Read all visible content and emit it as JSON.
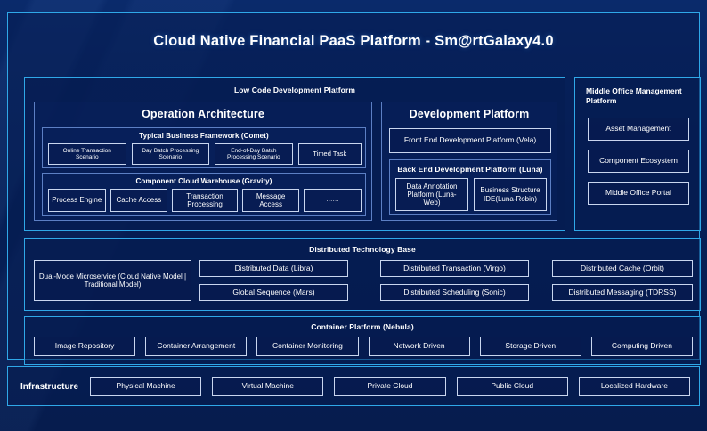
{
  "colors": {
    "background": "#061c4e",
    "panel_border": "#2fa8e8",
    "group_border": "#5c7fc4",
    "leaf_border": "#c9d6ef",
    "text": "#ffffff"
  },
  "header": {
    "title": "Cloud Native Financial PaaS Platform - Sm@rtGalaxy4.0"
  },
  "low_code": {
    "title": "Low Code Development Platform",
    "operation_architecture": {
      "title": "Operation Architecture",
      "typical_business_framework": {
        "title": "Typical Business Framework (Comet)",
        "items": [
          "Online Transaction Scenario",
          "Day Batch Processing Scenario",
          "End-of-Day Batch Processing Scenario",
          "Timed Task"
        ]
      },
      "component_cloud_warehouse": {
        "title": "Component Cloud Warehouse (Gravity)",
        "items": [
          "Process Engine",
          "Cache Access",
          "Transaction Processing",
          "Message Access",
          "......"
        ]
      }
    },
    "development_platform": {
      "title": "Development Platform",
      "front_end": "Front End Development Platform (Vela)",
      "back_end": {
        "title": "Back End Development Platform (Luna)",
        "items": [
          "Data Annotation Platform (Luna-Web)",
          "Business Structure IDE(Luna-Robin)"
        ]
      }
    }
  },
  "middle_office": {
    "title": "Middle Office Management Platform",
    "items": [
      "Asset Management",
      "Component Ecosystem",
      "Middle Office Portal"
    ]
  },
  "distributed_technology_base": {
    "title": "Distributed Technology Base",
    "dual_mode": "Dual-Mode Microservice (Cloud Native Model | Traditional Model)",
    "column_1": [
      "Distributed Data (Libra)",
      "Global Sequence (Mars)"
    ],
    "column_2": [
      "Distributed Transaction (Virgo)",
      "Distributed Scheduling (Sonic)"
    ],
    "column_3": [
      "Distributed Cache (Orbit)",
      "Distributed Messaging (TDRSS)"
    ]
  },
  "container_platform": {
    "title": "Container Platform (Nebula)",
    "items": [
      "Image Repository",
      "Container Arrangement",
      "Container Monitoring",
      "Network Driven",
      "Storage Driven",
      "Computing Driven"
    ]
  },
  "infrastructure": {
    "label": "Infrastructure",
    "items": [
      "Physical Machine",
      "Virtual Machine",
      "Private Cloud",
      "Public Cloud",
      "Localized Hardware"
    ]
  }
}
